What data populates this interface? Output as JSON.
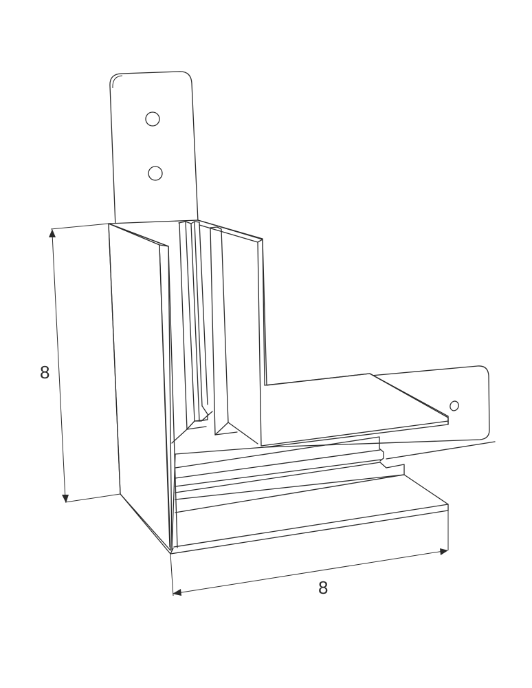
{
  "diagram": {
    "subject": "corner connector bracket (L-shaped track corner) – isometric line drawing",
    "line_color": "#2a2a2a",
    "background": "#ffffff",
    "dimensions": {
      "vertical": {
        "label": "8",
        "axis": "height"
      },
      "horizontal": {
        "label": "8",
        "axis": "width"
      }
    },
    "features": {
      "top_mounting_tab": {
        "holes": 2
      },
      "side_mounting_tab": {
        "holes": 1
      }
    }
  }
}
